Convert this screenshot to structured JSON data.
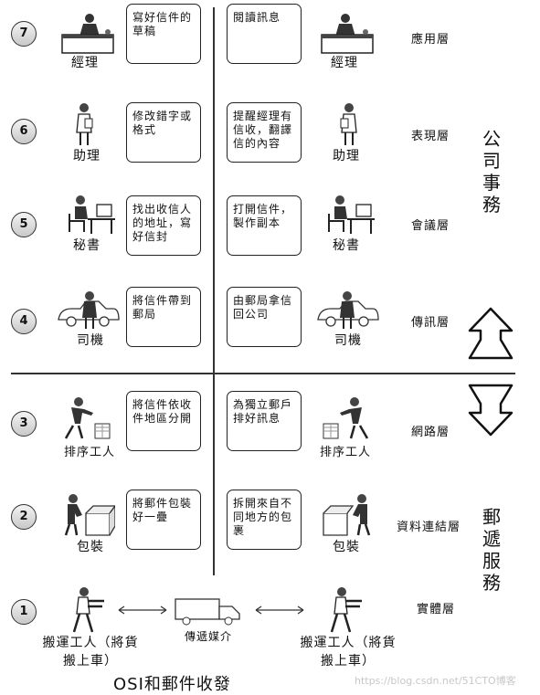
{
  "layers": [
    {
      "num": "7",
      "name": "應用層",
      "role_left": "經理",
      "role_right": "經理",
      "sender_text": "寫好信件的草稿",
      "receiver_text": "閱讀訊息",
      "icon_left": "manager-desk-icon",
      "icon_right": "manager-desk-icon"
    },
    {
      "num": "6",
      "name": "表現層",
      "role_left": "助理",
      "role_right": "助理",
      "sender_text": "修改錯字或格式",
      "receiver_text": "提醒經理有信收，翻譯信的內容",
      "icon_left": "assistant-icon",
      "icon_right": "assistant-icon"
    },
    {
      "num": "5",
      "name": "會議層",
      "role_left": "秘書",
      "role_right": "秘書",
      "sender_text": "找出收信人的地址，寫好信封",
      "receiver_text": "打開信件，製作副本",
      "icon_left": "secretary-computer-icon",
      "icon_right": "secretary-computer-icon"
    },
    {
      "num": "4",
      "name": "傳訊層",
      "role_left": "司機",
      "role_right": "司機",
      "sender_text": "將信件帶到郵局",
      "receiver_text": "由郵局拿信回公司",
      "icon_left": "driver-car-icon",
      "icon_right": "driver-car-icon"
    },
    {
      "num": "3",
      "name": "網路層",
      "role_left": "排序工人",
      "role_right": "排序工人",
      "sender_text": "將信件依收件地區分開",
      "receiver_text": "為獨立郵戶排好訊息",
      "icon_left": "sorting-worker-icon",
      "icon_right": "sorting-worker-icon"
    },
    {
      "num": "2",
      "name": "資料連結層",
      "role_left": "包裝",
      "role_right": "包裝",
      "sender_text": "將郵件包裝好一疊",
      "receiver_text": "拆開來自不同地方的包裹",
      "icon_left": "packing-box-icon",
      "icon_right": "packing-box-icon"
    },
    {
      "num": "1",
      "name": "實體層",
      "role_left": "搬運工人（將貨搬上車）",
      "role_right": "搬運工人（將貨搬上車）",
      "medium": "傳遞媒介",
      "icon_left": "porter-icon",
      "icon_right": "porter-icon"
    }
  ],
  "groups": {
    "company": "公司事務",
    "postal": "郵遞服務"
  },
  "caption": "OSI和郵件收發",
  "watermark": "https://blog.csdn.net/51CTO博客"
}
